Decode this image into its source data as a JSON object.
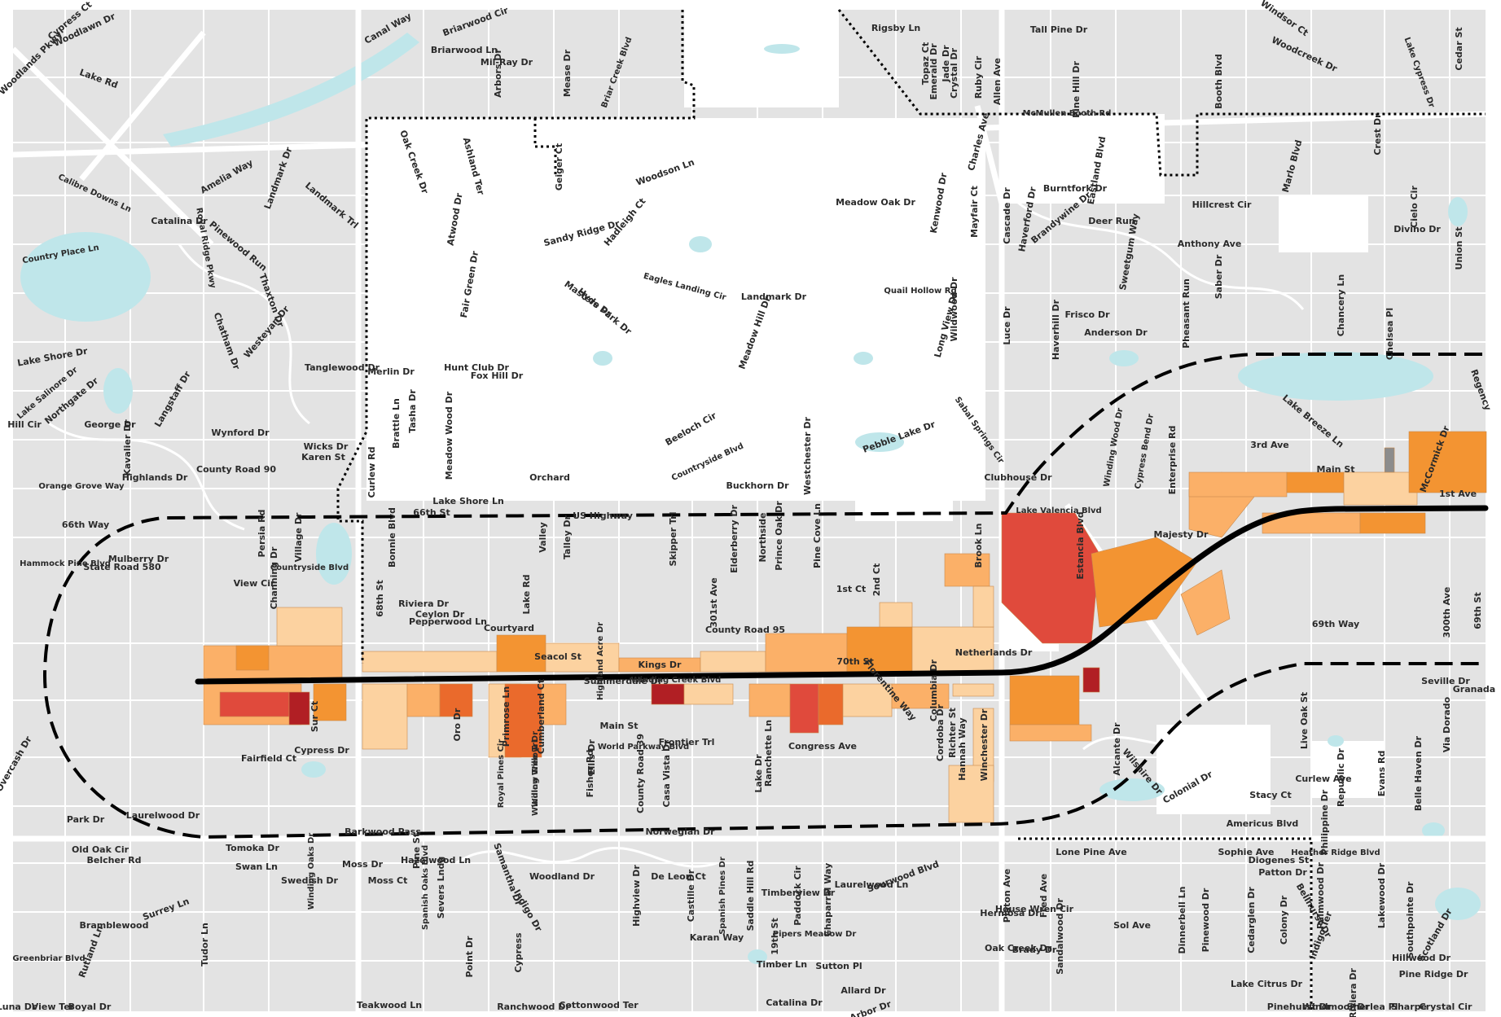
{
  "map": {
    "colors": {
      "background": "#e3e3e3",
      "open_land": "#ffffff",
      "water": "#bfe6ea",
      "street": "#ffffff",
      "parcel_line": "#b9b9b9",
      "corridor_road": "#000000",
      "study_boundary": "#000000",
      "district_boundary": "#000000",
      "parcel_light": "#fcd2a0",
      "parcel_medium": "#fbb068",
      "parcel_orange": "#f39432",
      "parcel_dark_orange": "#ea6a2c",
      "parcel_red": "#e04a3c",
      "parcel_dark_red": "#b11f24",
      "parcel_gray": "#8c8c8c"
    },
    "street_labels": [
      {
        "text": "Cypress Ct"
      },
      {
        "text": "Woodlands Pkwy"
      },
      {
        "text": "Woodlawn Dr"
      },
      {
        "text": "Canal Way"
      },
      {
        "text": "Briarwood Cir"
      },
      {
        "text": "Briarwood Ln"
      },
      {
        "text": "Mil-Ray Dr"
      },
      {
        "text": "Arbors Dr"
      },
      {
        "text": "Mease Dr"
      },
      {
        "text": "Briar Creek Blvd"
      },
      {
        "text": "Rigsby Ln"
      },
      {
        "text": "Topaz Ct"
      },
      {
        "text": "Jade Dr"
      },
      {
        "text": "Emerald Dr"
      },
      {
        "text": "Crystal Dr"
      },
      {
        "text": "Ruby Cir"
      },
      {
        "text": "Allen Ave"
      },
      {
        "text": "Tall Pine Dr"
      },
      {
        "text": "Pine Hill Dr"
      },
      {
        "text": "Booth Blvd"
      },
      {
        "text": "Woodcreek Dr"
      },
      {
        "text": "Windsor Ct"
      },
      {
        "text": "Cedar St"
      },
      {
        "text": "Lake Cypress Dr"
      },
      {
        "text": "Lake Rd"
      },
      {
        "text": "McMullen Booth Rd"
      },
      {
        "text": "Crest Dr"
      },
      {
        "text": "Marlo Blvd"
      },
      {
        "text": "Charles Ave"
      },
      {
        "text": "Oak Creek Dr"
      },
      {
        "text": "Ashland Ter"
      },
      {
        "text": "Geiger Ct"
      },
      {
        "text": "Woodson Ln"
      },
      {
        "text": "Amelia Way"
      },
      {
        "text": "Landmark Dr"
      },
      {
        "text": "Calibre Downs Ln"
      },
      {
        "text": "Catalina Dr"
      },
      {
        "text": "Pinewood Run"
      },
      {
        "text": "Landmark Trl"
      },
      {
        "text": "Country Place Ln"
      },
      {
        "text": "Royal Ridge Pkwy"
      },
      {
        "text": "Burntfork Dr"
      },
      {
        "text": "Eastland Blvd"
      },
      {
        "text": "Cascade Dr"
      },
      {
        "text": "Haverford Dr"
      },
      {
        "text": "Brandywine Dr"
      },
      {
        "text": "Deer Run"
      },
      {
        "text": "Hillcrest Cir"
      },
      {
        "text": "Cielo Cir"
      },
      {
        "text": "Divino Dr"
      },
      {
        "text": "Meadow Oak Dr"
      },
      {
        "text": "Kenwood Dr"
      },
      {
        "text": "Mayfair Ct"
      },
      {
        "text": "Sandy Ridge Dr"
      },
      {
        "text": "Hadleigh Ct"
      },
      {
        "text": "Atwood Dr"
      },
      {
        "text": "Sweetgum Way"
      },
      {
        "text": "Anthony Ave"
      },
      {
        "text": "Saber Dr"
      },
      {
        "text": "Union St"
      },
      {
        "text": "Hyde Park Dr"
      },
      {
        "text": "Eagles Landing Cir"
      },
      {
        "text": "Masters Dr"
      },
      {
        "text": "Fair Green Dr"
      },
      {
        "text": "Landmark Dr"
      },
      {
        "text": "Meadow Hill Dr"
      },
      {
        "text": "Quail Hollow Rd"
      },
      {
        "text": "Wildwood Dr"
      },
      {
        "text": "Long View Dr"
      },
      {
        "text": "Luce Dr"
      },
      {
        "text": "Frisco Dr"
      },
      {
        "text": "Anderson Dr"
      },
      {
        "text": "Haverhill Dr"
      },
      {
        "text": "Pheasant Run"
      },
      {
        "text": "Chancery Ln"
      },
      {
        "text": "Chelsea Pl"
      },
      {
        "text": "Thaxton Dr"
      },
      {
        "text": "Westeyan Dr"
      },
      {
        "text": "Chatham Dr"
      },
      {
        "text": "Tanglewood Dr"
      },
      {
        "text": "Lake Shore Dr"
      },
      {
        "text": "Merlin Dr"
      },
      {
        "text": "Hunt Club Dr"
      },
      {
        "text": "Fox Hill Dr"
      },
      {
        "text": "Tasha Dr"
      },
      {
        "text": "Brattle Ln"
      },
      {
        "text": "Meadow Wood Dr"
      },
      {
        "text": "Lake Salinore Dr"
      },
      {
        "text": "Northgate Dr"
      },
      {
        "text": "George Dr"
      },
      {
        "text": "Langstaff Dr"
      },
      {
        "text": "Hill Cir"
      },
      {
        "text": "Kavalier Dr"
      },
      {
        "text": "Wynford Dr"
      },
      {
        "text": "Wicks Dr"
      },
      {
        "text": "Karen St"
      },
      {
        "text": "Beeloch Cir"
      },
      {
        "text": "Countryside Blvd"
      },
      {
        "text": "Westchester Dr"
      },
      {
        "text": "Pebble Lake Dr"
      },
      {
        "text": "Sabal Springs Cir"
      },
      {
        "text": "Winding Wood Dr"
      },
      {
        "text": "Cypress Bend Dr"
      },
      {
        "text": "Enterprise Rd"
      },
      {
        "text": "3rd Ave"
      },
      {
        "text": "Lake Breeze Ln"
      },
      {
        "text": "McCormick Dr"
      },
      {
        "text": "Regency"
      },
      {
        "text": "Orange Grove Way"
      },
      {
        "text": "Highlands Dr"
      },
      {
        "text": "County Road 90"
      },
      {
        "text": "Curlew Rd"
      },
      {
        "text": "Orchard"
      },
      {
        "text": "Buckhorn Dr"
      },
      {
        "text": "Clubhouse Dr"
      },
      {
        "text": "Main St"
      },
      {
        "text": "1st Ave"
      },
      {
        "text": "Lake Shore Ln"
      },
      {
        "text": "66th St"
      },
      {
        "text": "US Highway"
      },
      {
        "text": "Lake Valencia Blvd"
      },
      {
        "text": "Majesty Dr"
      },
      {
        "text": "66th Way"
      },
      {
        "text": "Mulberry Dr"
      },
      {
        "text": "Persia Rd"
      },
      {
        "text": "Village Dr"
      },
      {
        "text": "Bonnie Blvd"
      },
      {
        "text": "Valley"
      },
      {
        "text": "Talley Dr"
      },
      {
        "text": "Skipper Trl"
      },
      {
        "text": "Elderberry Dr"
      },
      {
        "text": "Northside"
      },
      {
        "text": "Prince Oak Dr"
      },
      {
        "text": "Pine Cove Ln"
      },
      {
        "text": "Brook Ln"
      },
      {
        "text": "Estancia Blvd"
      },
      {
        "text": "Hammock Pine Blvd"
      },
      {
        "text": "State Road 580"
      },
      {
        "text": "Countryside Blvd"
      },
      {
        "text": "Channing Dr"
      },
      {
        "text": "View Cir"
      },
      {
        "text": "68th St"
      },
      {
        "text": "Riviera Dr"
      },
      {
        "text": "Ceylon Dr"
      },
      {
        "text": "Pepperwood Ln"
      },
      {
        "text": "Lake Rd"
      },
      {
        "text": "1st Ct"
      },
      {
        "text": "2nd Ct"
      },
      {
        "text": "Courtyard"
      },
      {
        "text": "County Road 95"
      },
      {
        "text": "301st Ave"
      },
      {
        "text": "300th Ave"
      },
      {
        "text": "69th St"
      },
      {
        "text": "69th Way"
      },
      {
        "text": "Seacol St"
      },
      {
        "text": "Highland Acre Dr"
      },
      {
        "text": "Summerdale Dr"
      },
      {
        "text": "Kings Dr"
      },
      {
        "text": "Winding Creek Blvd"
      },
      {
        "text": "70th St"
      },
      {
        "text": "Florentine Way"
      },
      {
        "text": "Columbia Dr"
      },
      {
        "text": "Netherlands Dr"
      },
      {
        "text": "Seville Dr"
      },
      {
        "text": "Granada"
      },
      {
        "text": "Sur Ct"
      },
      {
        "text": "Oro Dr"
      },
      {
        "text": "Primrose Ln"
      },
      {
        "text": "Cumberland Ct"
      },
      {
        "text": "Ellis Dr"
      },
      {
        "text": "Main St"
      },
      {
        "text": "World Parkway Blvd"
      },
      {
        "text": "Frontier Trl"
      },
      {
        "text": "Congress Ave"
      },
      {
        "text": "Hannah Way"
      },
      {
        "text": "Alcante Dr"
      },
      {
        "text": "Via Dorado"
      },
      {
        "text": "Live Oak St"
      },
      {
        "text": "Fairfield Ct"
      },
      {
        "text": "Cypress Dr"
      },
      {
        "text": "Royal Pines Cir"
      },
      {
        "text": "Willow Tree Trl"
      },
      {
        "text": "Winding Willow Dr"
      },
      {
        "text": "Fisher Rd"
      },
      {
        "text": "County Road 39"
      },
      {
        "text": "Casa Vista Dr"
      },
      {
        "text": "Lake Dr"
      },
      {
        "text": "Ranchette Ln"
      },
      {
        "text": "Cordoba Dr"
      },
      {
        "text": "Richter St"
      },
      {
        "text": "Winchester Dr"
      },
      {
        "text": "Curlew Ave"
      },
      {
        "text": "Wilshire Dr"
      },
      {
        "text": "Colonial Dr"
      },
      {
        "text": "Stacy Ct"
      },
      {
        "text": "Republic Dr"
      },
      {
        "text": "Evans Rd"
      },
      {
        "text": "Belle Haven Dr"
      },
      {
        "text": "Park Dr"
      },
      {
        "text": "Laurelwood Dr"
      },
      {
        "text": "Barkwood Pass"
      },
      {
        "text": "Americus Blvd"
      },
      {
        "text": "Philippine Dr"
      },
      {
        "text": "Norwegian Dr"
      },
      {
        "text": "Old Oak Cir"
      },
      {
        "text": "Tomoka Dr"
      },
      {
        "text": "Pine St"
      },
      {
        "text": "Hazelwood Ln"
      },
      {
        "text": "Swedish Dr"
      },
      {
        "text": "Belcher Rd"
      },
      {
        "text": "Swan Ln"
      },
      {
        "text": "Winding Oaks Dr"
      },
      {
        "text": "Moss Dr"
      },
      {
        "text": "Moss Ct"
      },
      {
        "text": "Spanish Oaks Blvd"
      },
      {
        "text": "Severs Lndg"
      },
      {
        "text": "Samantha Dr"
      },
      {
        "text": "Woodland Dr"
      },
      {
        "text": "Highview Dr"
      },
      {
        "text": "De Leon Ct"
      },
      {
        "text": "Castille Dr"
      },
      {
        "text": "Spanish Pines Dr"
      },
      {
        "text": "Saddle Hill Rd"
      },
      {
        "text": "Paddock Cir"
      },
      {
        "text": "Chaparral Way"
      },
      {
        "text": "Timberview Dr"
      },
      {
        "text": "Laurelwood Ln"
      },
      {
        "text": "Sourwood Blvd"
      },
      {
        "text": "Platon Ave"
      },
      {
        "text": "Fred Ave"
      },
      {
        "text": "Lone Pine Ave"
      },
      {
        "text": "Sophie Ave"
      },
      {
        "text": "Diogenes St"
      },
      {
        "text": "Patton Dr"
      },
      {
        "text": "Heather Ridge Blvd"
      },
      {
        "text": "Palmwood Dr"
      },
      {
        "text": "Lakewood Dr"
      },
      {
        "text": "Bramblewood"
      },
      {
        "text": "Rutland Ln"
      },
      {
        "text": "Surrey Ln"
      },
      {
        "text": "Tudor Ln"
      },
      {
        "text": "Point Dr"
      },
      {
        "text": "Cypress"
      },
      {
        "text": "Karan Way"
      },
      {
        "text": "19th St"
      },
      {
        "text": "Pipers Meadow Dr"
      },
      {
        "text": "House Wren Cir"
      },
      {
        "text": "Hermosa Dr"
      },
      {
        "text": "Oak Creek Dr"
      },
      {
        "text": "Brady Dr"
      },
      {
        "text": "Sandalwood Dr"
      },
      {
        "text": "Sol Ave"
      },
      {
        "text": "Dinnerbell Ln"
      },
      {
        "text": "Pinewood Dr"
      },
      {
        "text": "Cedarglen Dr"
      },
      {
        "text": "Colony Dr"
      },
      {
        "text": "Bellhurst Dr"
      },
      {
        "text": "Indigo Ter"
      },
      {
        "text": "Southpointe Dr"
      },
      {
        "text": "Scotland Dr"
      },
      {
        "text": "Hillwood Dr"
      },
      {
        "text": "Pine Ridge Dr"
      },
      {
        "text": "Greenbriar Blvd"
      },
      {
        "text": "Timber Ln"
      },
      {
        "text": "Sutton Pl"
      },
      {
        "text": "Allard Dr"
      },
      {
        "text": "Lake Citrus Dr"
      },
      {
        "text": "Riviera Dr"
      },
      {
        "text": "Catalina Dr"
      },
      {
        "text": "Arbor Dr"
      },
      {
        "text": "Cottonwood Ter"
      },
      {
        "text": "Teakwood Ln"
      },
      {
        "text": "Ranchwood Dr"
      },
      {
        "text": "Overcash Dr"
      },
      {
        "text": "Indigo Dr"
      },
      {
        "text": "Pinehurst Dr"
      },
      {
        "text": "Windmoor Dr"
      },
      {
        "text": "Sherlea Pl"
      },
      {
        "text": "Sharpe"
      },
      {
        "text": "Crystal Cir"
      },
      {
        "text": "Luna Dr"
      },
      {
        "text": "View Ter"
      },
      {
        "text": "Boyal Dr"
      }
    ]
  }
}
